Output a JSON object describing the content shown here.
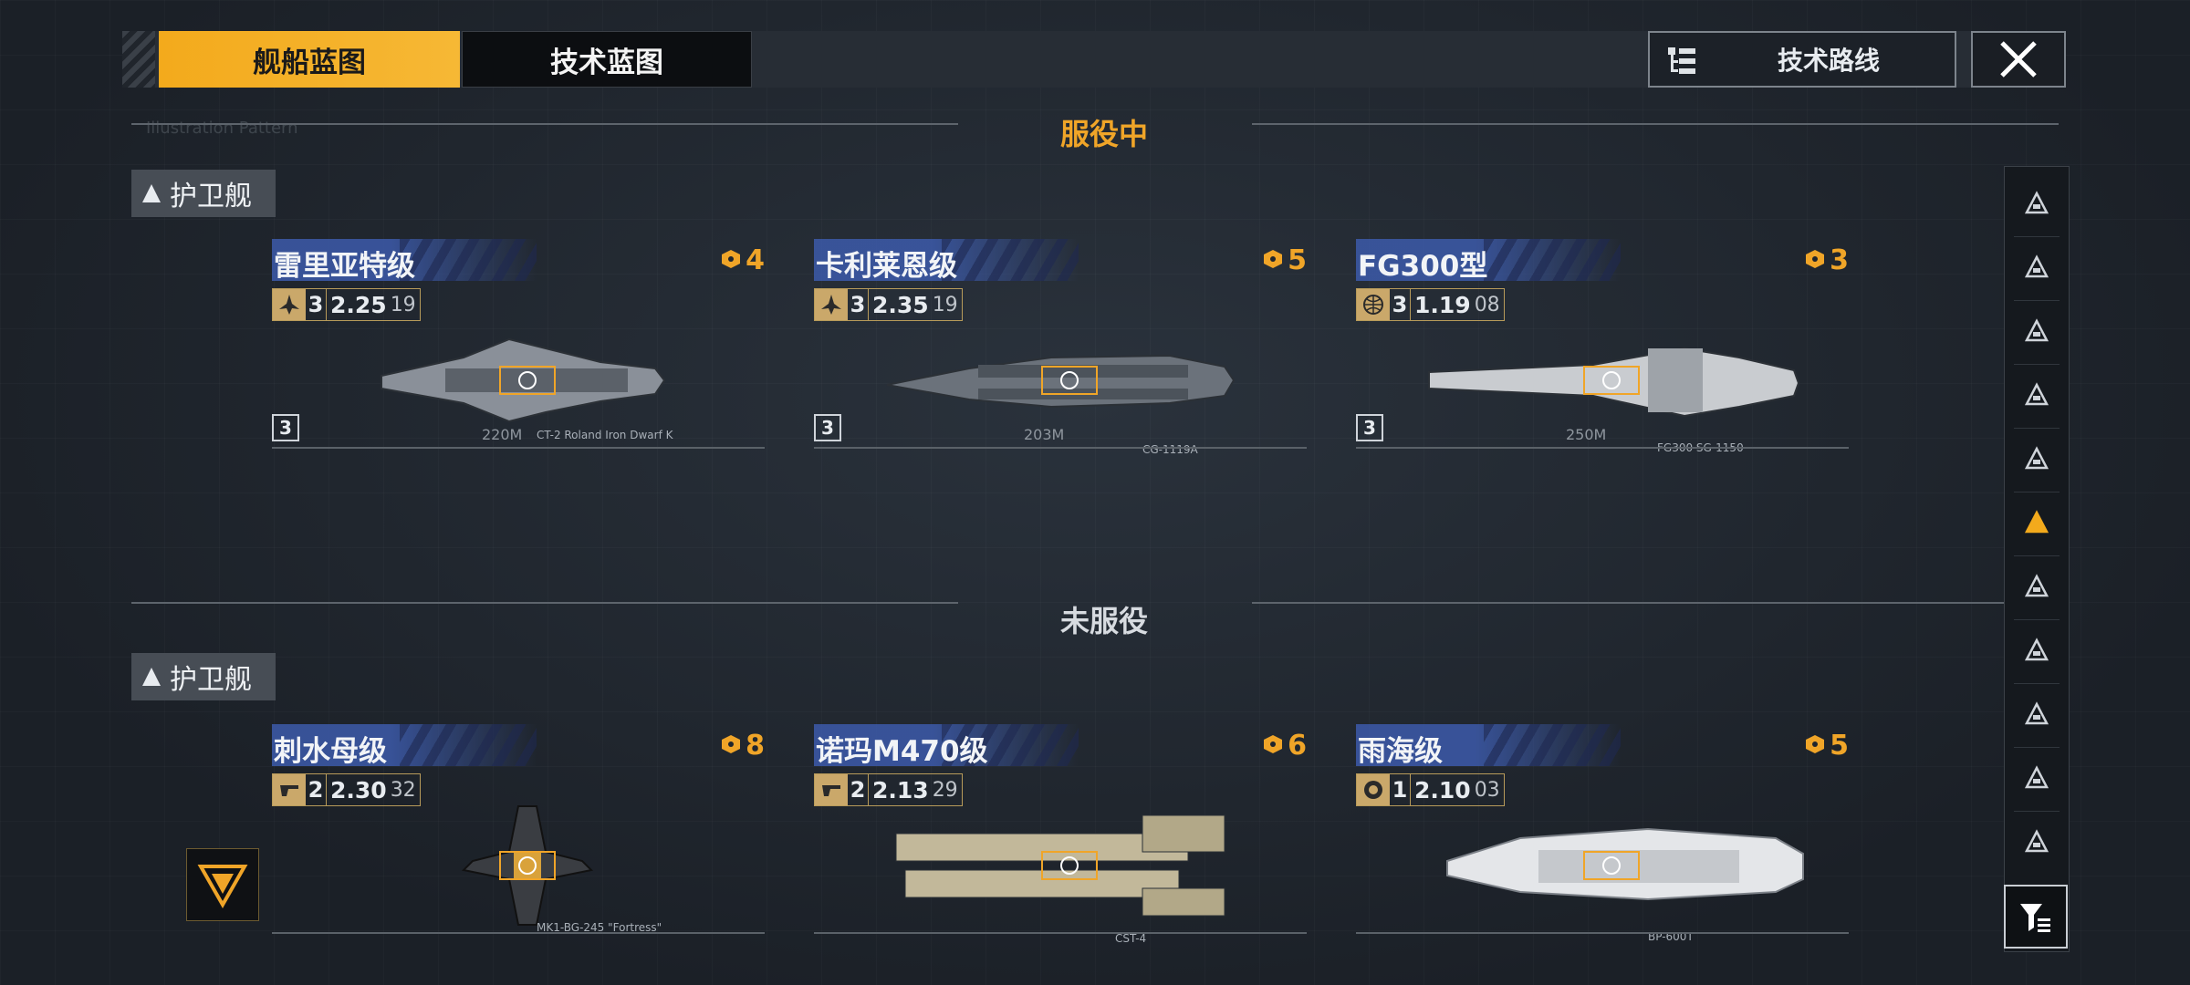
{
  "tabs": [
    {
      "label": "舰船蓝图",
      "active": true
    },
    {
      "label": "技术蓝图",
      "active": false
    }
  ],
  "tech_route_label": "技术路线",
  "colors": {
    "accent": "#f3aa1c",
    "name_band": "#3c5aaa"
  },
  "sections": [
    {
      "title": "服役中",
      "title_color": "#f0a528",
      "category": "护卫舰",
      "ships": [
        {
          "name": "雷里亚特级",
          "count": "4",
          "tier": "3",
          "value": "2.25",
          "sub": "19",
          "icon": "frigate-silhouette-icon",
          "caption": "CT-2 Roland Iron Dwarf K",
          "length": "220M",
          "level": "3",
          "color": "#8a9099"
        },
        {
          "name": "卡利莱恩级",
          "count": "5",
          "tier": "3",
          "value": "2.35",
          "sub": "19",
          "icon": "frigate-silhouette-icon",
          "caption": "CG-1119A",
          "length": "203M",
          "level": "3",
          "color": "#6b727b"
        },
        {
          "name": "FG300型",
          "count": "3",
          "tier": "3",
          "value": "1.19",
          "sub": "08",
          "icon": "globe-icon",
          "caption": "FG300 SG-1150",
          "length": "250M",
          "level": "3",
          "color": "#c9ccd0"
        }
      ]
    },
    {
      "title": "未服役",
      "title_color": "#d7dbe0",
      "category": "护卫舰",
      "ships": [
        {
          "name": "刺水母级",
          "count": "8",
          "tier": "2",
          "value": "2.30",
          "sub": "32",
          "icon": "gun-icon",
          "caption": "MK1-BG-245 \"Fortress\"",
          "length": "",
          "level": "",
          "color": "#3a3d42"
        },
        {
          "name": "诺玛M470级",
          "count": "6",
          "tier": "2",
          "value": "2.13",
          "sub": "29",
          "icon": "gun-icon",
          "caption": "CST-4",
          "length": "",
          "level": "",
          "color": "#c2b89a"
        },
        {
          "name": "雨海级",
          "count": "5",
          "tier": "1",
          "value": "2.10",
          "sub": "03",
          "icon": "emblem-icon",
          "caption": "BP-600T",
          "length": "",
          "level": "",
          "color": "#e4e6e9"
        }
      ]
    }
  ],
  "side_filters": [
    "hangar-icon",
    "carrier-icon",
    "battlecruiser-icon",
    "cruiser-icon",
    "destroyer-icon",
    "frigate-icon",
    "corvette-icon",
    "fighter-icon",
    "station-icon",
    "dome-icon",
    "base-icon"
  ],
  "side_active_index": 5
}
